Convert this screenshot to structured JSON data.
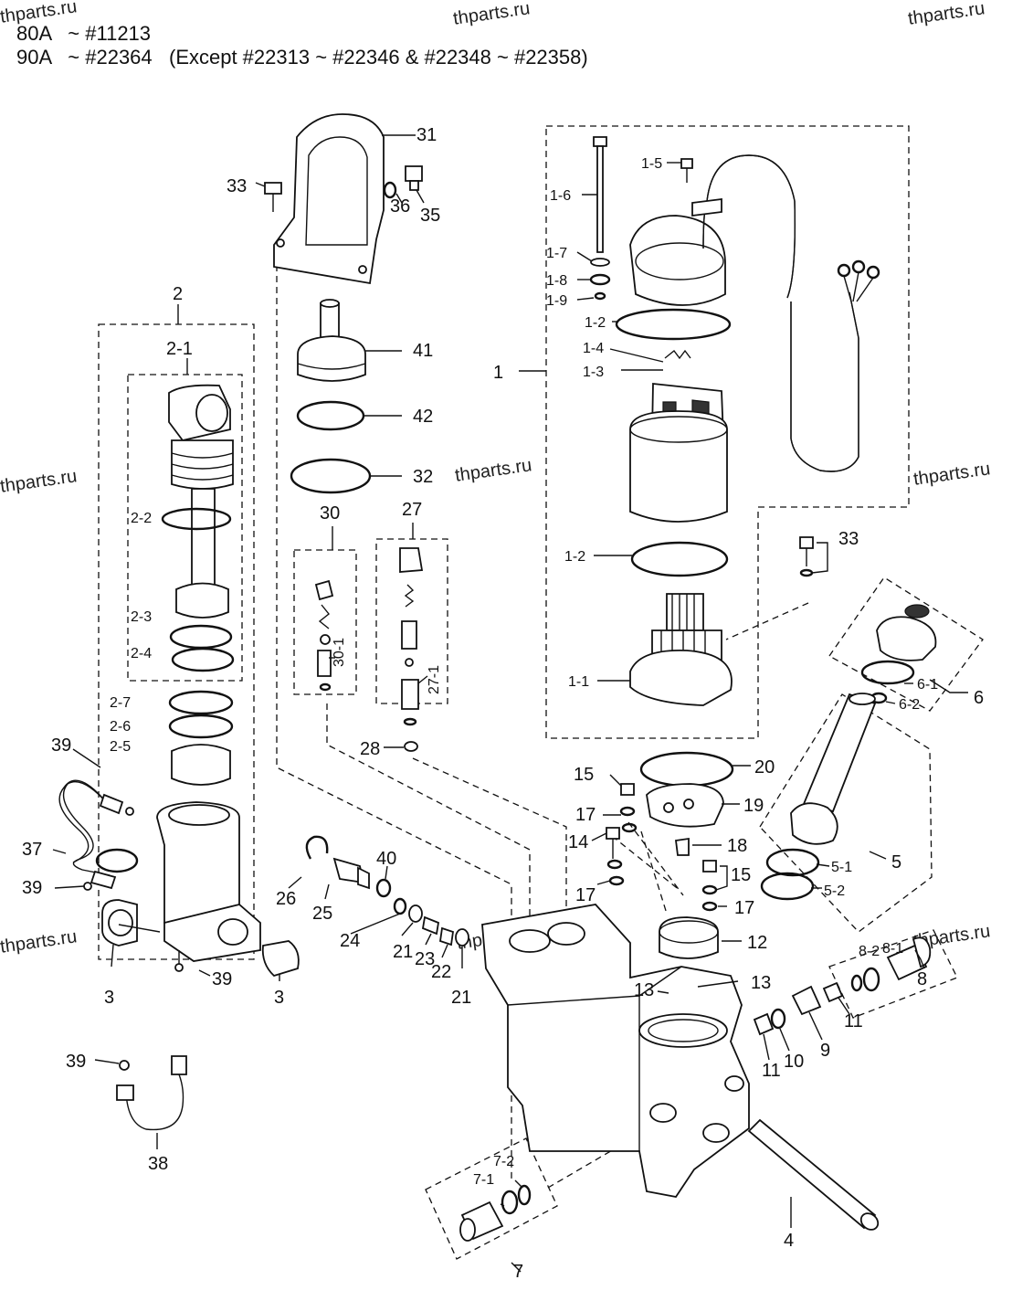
{
  "header": {
    "line1_model": "80A",
    "line1_range": "~ #11213",
    "line2_model": "90A",
    "line2_range": "~ #22364   (Except #22313 ~ #22346 & #22348 ~ #22358)"
  },
  "watermark": "thparts.ru",
  "callouts": {
    "p1": "1",
    "p1_1": "1-1",
    "p1_2a": "1-2",
    "p1_2b": "1-2",
    "p1_3": "1-3",
    "p1_4": "1-4",
    "p1_5": "1-5",
    "p1_6": "1-6",
    "p1_7": "1-7",
    "p1_8": "1-8",
    "p1_9": "1-9",
    "p2": "2",
    "p2_1": "2-1",
    "p2_2": "2-2",
    "p2_3": "2-3",
    "p2_4": "2-4",
    "p2_5": "2-5",
    "p2_6": "2-6",
    "p2_7": "2-7",
    "p3a": "3",
    "p3b": "3",
    "p4": "4",
    "p5": "5",
    "p5_1": "5-1",
    "p5_2": "5-2",
    "p6": "6",
    "p6_1": "6-1",
    "p6_2": "6-2",
    "p7": "7",
    "p7_1": "7-1",
    "p7_2": "7-2",
    "p8": "8",
    "p8_1": "8-1",
    "p8_2": "8-2",
    "p9": "9",
    "p10": "10",
    "p11a": "11",
    "p11b": "11",
    "p12": "12",
    "p13a": "13",
    "p13b": "13",
    "p14": "14",
    "p15a": "15",
    "p15b": "15",
    "p17a": "17",
    "p17b": "17",
    "p17c": "17",
    "p18": "18",
    "p19": "19",
    "p20": "20",
    "p21a": "21",
    "p21b": "21",
    "p22": "22",
    "p23": "23",
    "p24": "24",
    "p25": "25",
    "p26": "26",
    "p27": "27",
    "p27_1": "27-1",
    "p28": "28",
    "p30": "30",
    "p30_1": "30-1",
    "p31": "31",
    "p32": "32",
    "p33a": "33",
    "p33b": "33",
    "p35": "35",
    "p36": "36",
    "p37": "37",
    "p38": "38",
    "p39a": "39",
    "p39b": "39",
    "p39c": "39",
    "p39d": "39",
    "p40": "40",
    "p41": "41",
    "p42": "42"
  }
}
